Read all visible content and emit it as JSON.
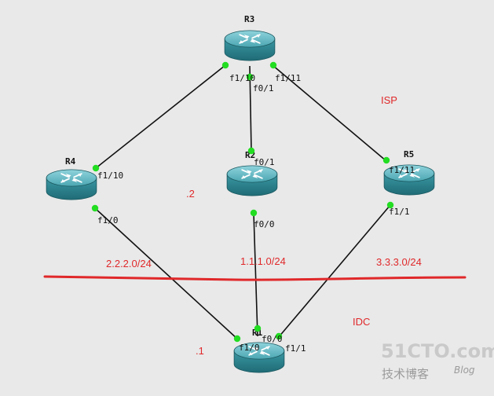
{
  "routers": {
    "r3": "R3",
    "r4": "R4",
    "r2": "R2",
    "r5": "R5",
    "r1": "R1"
  },
  "ports": {
    "r3_f1_10": "f1/10",
    "r3_f0_1": "f0/1",
    "r3_f1_11": "f1/11",
    "r4_f1_10": "f1/10",
    "r4_f1_0": "f1/0",
    "r2_f0_1": "f0/1",
    "r2_f0_0": "f0/0",
    "r5_f1_11": "f1/11",
    "r5_f1_1": "f1/1",
    "r1_f1_0": "f1/0",
    "r1_f0_0": "f0/0",
    "r1_f1_1": "f1/1"
  },
  "annotations": {
    "isp": "ISP",
    "idc": "IDC",
    "dot2": ".2",
    "dot1": ".1",
    "net_left": "2.2.2.0/24",
    "net_mid": "1.1.1.0/24",
    "net_right": "3.3.3.0/24"
  },
  "watermark": {
    "site": "51CTO.com",
    "sub": "技术博客",
    "blog": "Blog"
  },
  "colors": {
    "background": "#e9e9e9",
    "link": "#111111",
    "port_dot": "#22dd22",
    "annotation": "#e0282a",
    "router_body": "#2f8c98"
  }
}
